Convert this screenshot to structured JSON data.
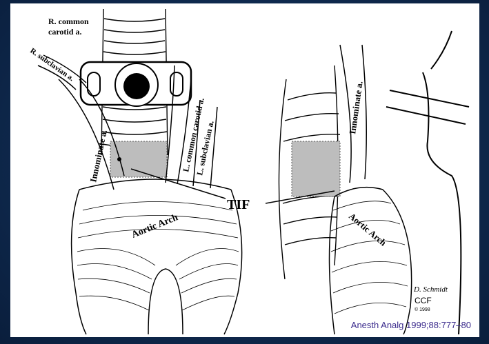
{
  "labels": {
    "r_common_carotid_1": "R. common",
    "r_common_carotid_2": "carotid a.",
    "r_subclavian": "R. subclavian a.",
    "innominate_left": "Innominate a.",
    "l_common_carotid": "L. common carotid a.",
    "l_subclavian": "L. subclavian a.",
    "tif": "TIF",
    "aortic_arch_left": "Aortic Arch",
    "innominate_right": "Innominate a.",
    "aortic_arch_right": "Aortic Arch",
    "signature": "D. Schmidt",
    "ccf": "CCF",
    "copyright": "© 1998"
  },
  "citation": "Anesth Analg 1999;88:777–80"
}
